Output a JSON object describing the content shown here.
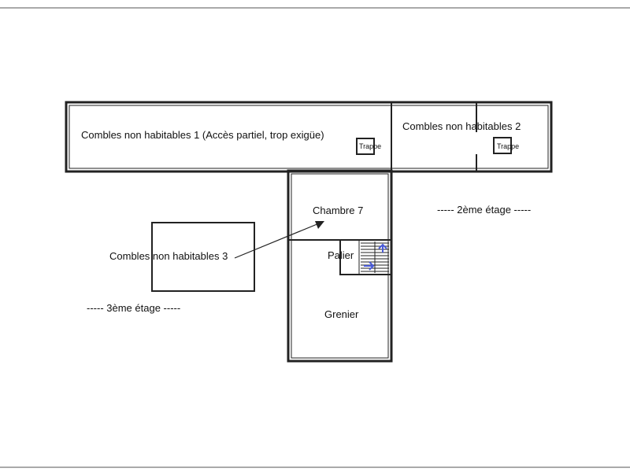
{
  "rooms": {
    "combles_1": "Combles non habitables 1 (Accès partiel, trop exigüe)",
    "combles_2": "Combles non habitables 2",
    "combles_3": "Combles non habitables 3",
    "chambre_7": "Chambre 7",
    "palier": "Palier",
    "grenier": "Grenier"
  },
  "hatches": {
    "trappe_1": "Trappe",
    "trappe_2": "Trappe"
  },
  "floors": {
    "second": "-----  2ème étage  -----",
    "third": "-----  3ème étage  -----"
  },
  "colors": {
    "wall": "#222222",
    "stair_arrow": "#4a5bd8",
    "frame": "#555555"
  }
}
